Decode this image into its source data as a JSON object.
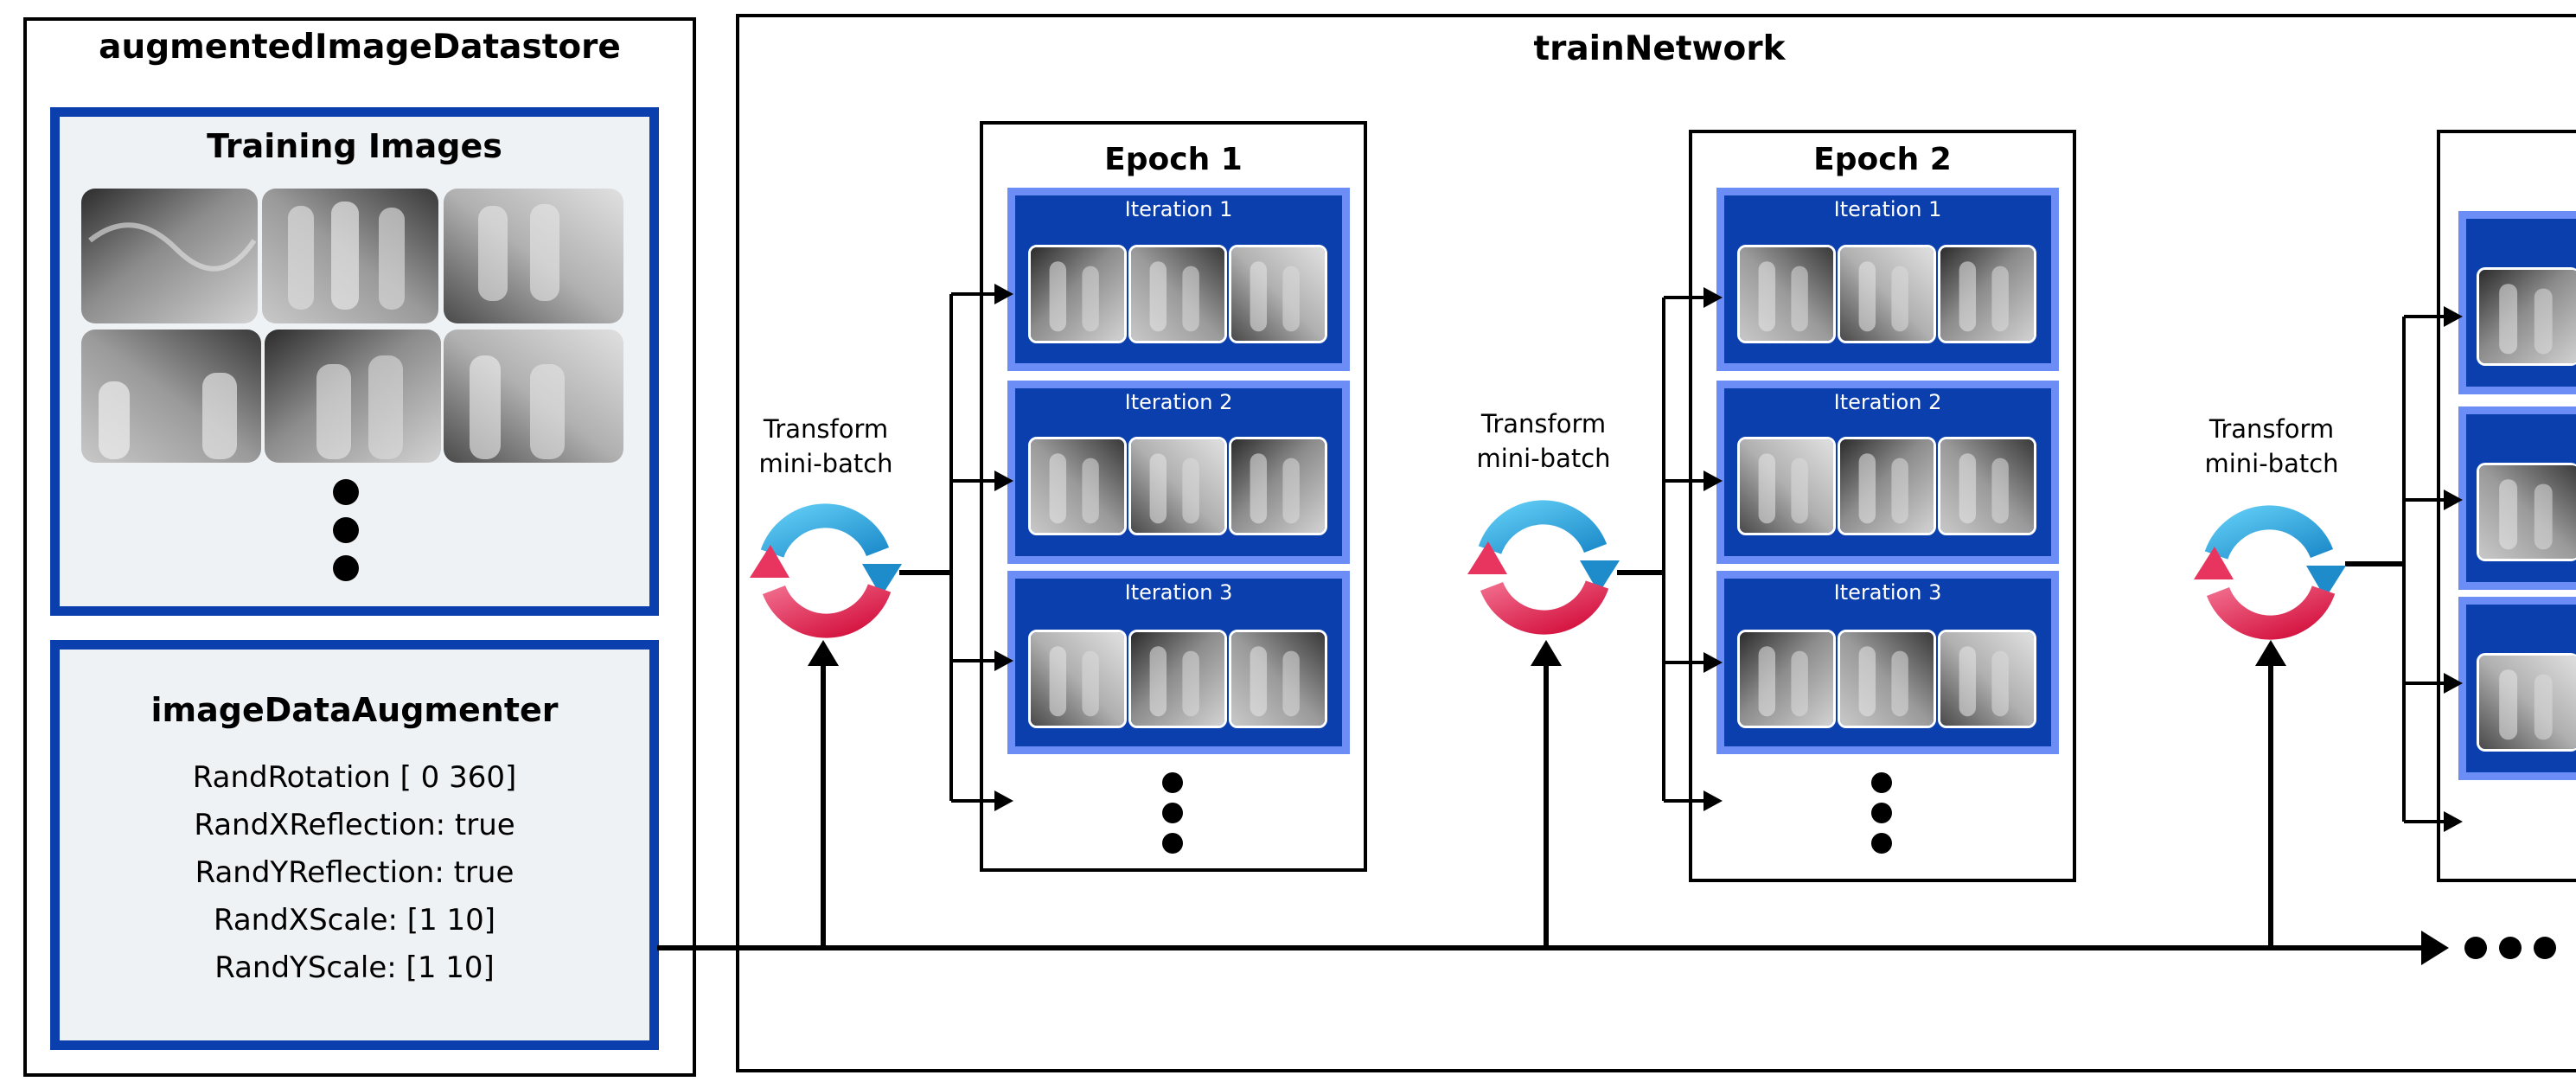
{
  "datastore": {
    "title": "augmentedImageDatastore",
    "training_title": "Training Images",
    "augmenter_title": "imageDataAugmenter",
    "params": [
      "RandRotation [ 0 360]",
      "RandXReflection: true",
      "RandYReflection: true",
      "RandXScale: [1 10]",
      "RandYScale: [1 10]"
    ]
  },
  "train": {
    "title": "trainNetwork",
    "transform_label_line1": "Transform",
    "transform_label_line2": "mini-batch",
    "epochs": [
      {
        "title": "Epoch 1",
        "iterations": [
          "Iteration 1",
          "Iteration 2",
          "Iteration 3"
        ]
      },
      {
        "title": "Epoch 2",
        "iterations": [
          "Iteration 1",
          "Iteration 2",
          "Iteration 3"
        ]
      }
    ]
  },
  "colors": {
    "panel_blue": "#0a3fad",
    "iteration_border": "#6b8df5",
    "cycle_blue": "#29a8e0",
    "cycle_pink": "#e8355f"
  },
  "icons": [
    "xray-image",
    "cycle-arrows-icon",
    "arrow-icon",
    "ellipsis-dots-icon"
  ]
}
